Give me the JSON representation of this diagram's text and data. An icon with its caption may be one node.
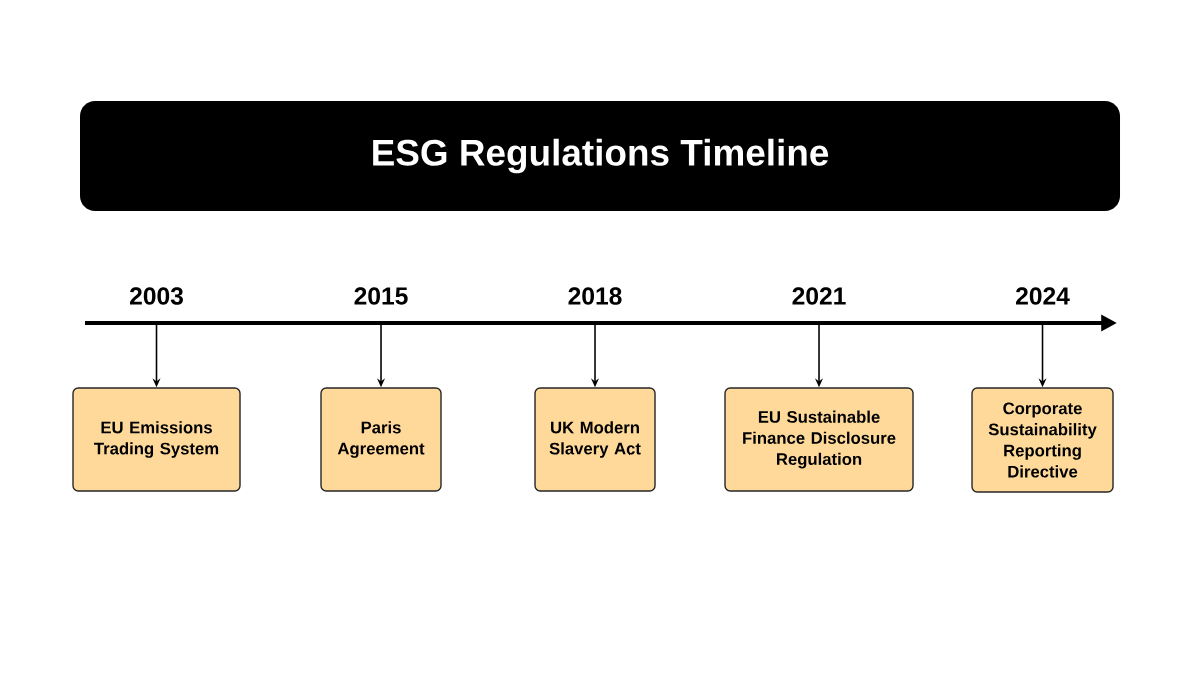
{
  "diagram": {
    "title": "ESG Regulations Timeline",
    "nodes": [
      {
        "text": [
          "EU Emissions Trading System"
        ],
        "beside": [
          "2003"
        ]
      },
      {
        "text": [
          "Paris Agreement"
        ],
        "beside": [
          "2015"
        ]
      },
      {
        "text": [
          "UK Modern Slavery Act"
        ],
        "beside": [
          "2018"
        ]
      },
      {
        "text": [
          "EU Sustainable Finance Disclosure Regulation"
        ],
        "beside": [
          "2021"
        ]
      },
      {
        "text": [
          "Corporate Sustainability Reporting Directive"
        ],
        "beside": [
          "2024"
        ]
      }
    ],
    "edges": [
      {
        "from": null,
        "to": 0,
        "arrow": "to"
      },
      {
        "from": null,
        "to": 1,
        "arrow": "to"
      },
      {
        "from": null,
        "to": 2,
        "arrow": "to"
      },
      {
        "from": null,
        "to": 3,
        "arrow": "to"
      },
      {
        "from": null,
        "to": 4,
        "arrow": "to"
      }
    ]
  }
}
